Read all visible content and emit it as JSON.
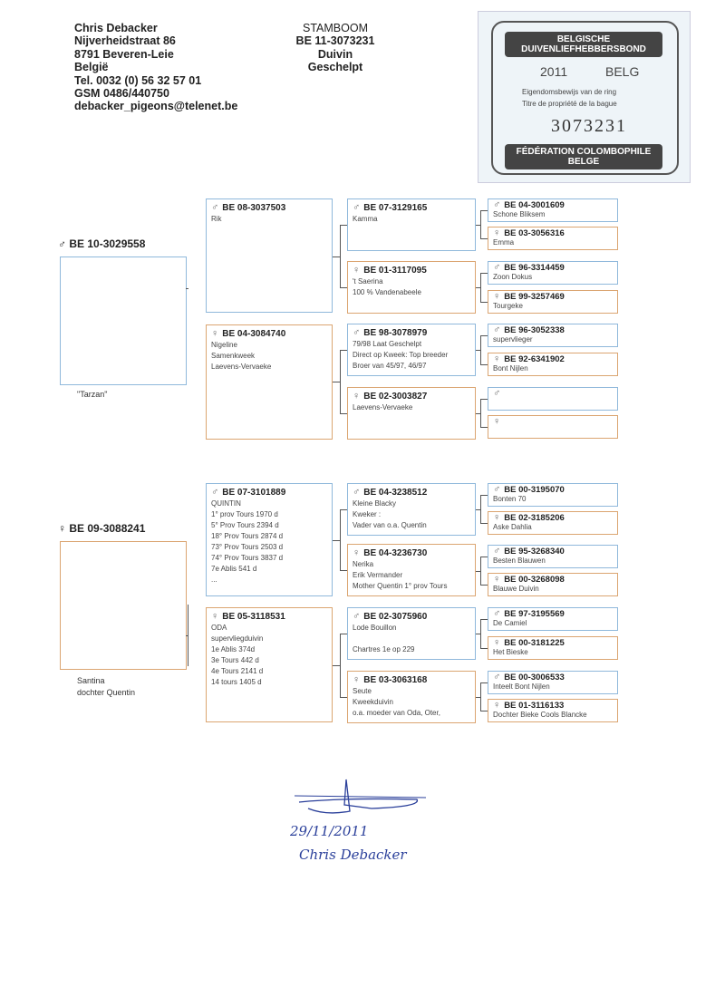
{
  "owner": {
    "name": "Chris Debacker",
    "street": "Nijverheidstraat 86",
    "city": "8791 Beveren-Leie",
    "country": "België",
    "tel": "Tel. 0032 (0) 56 32 57 01",
    "gsm": "GSM 0486/440750",
    "email": "debacker_pigeons@telenet.be"
  },
  "header": {
    "title": "STAMBOOM",
    "ring": "BE 11-3073231",
    "sex": "Duivin",
    "color": "Geschelpt"
  },
  "ring_card": {
    "top": "BELGISCHE DUIVENLIEFHEBBERSBOND",
    "year": "2011",
    "country": "BELG",
    "line1": "Eigendomsbewijs van de ring",
    "line2": "Titre de propriété de la bague",
    "number": "3073231",
    "bottom": "FÉDÉRATION COLOMBOPHILE BELGE"
  },
  "symbols": {
    "male": "♂",
    "female": "♀"
  },
  "sire": {
    "ring": "BE 10-3029558",
    "sex": "male",
    "name": "\"Tarzan\""
  },
  "dam": {
    "ring": "BE 09-3088241",
    "sex": "female",
    "name": "Santina",
    "note": "dochter Quentin"
  },
  "gen2": [
    {
      "ring": "BE 08-3037503",
      "sex": "male",
      "lines": [
        "Rik"
      ]
    },
    {
      "ring": "BE 04-3084740",
      "sex": "female",
      "lines": [
        "Nigeline",
        "Samenkweek",
        "Laevens-Vervaeke"
      ]
    },
    {
      "ring": "BE 07-3101889",
      "sex": "male",
      "lines": [
        "QUINTIN",
        "1° prov Tours 1970 d",
        "5° Prov Tours 2394 d",
        "18° Prov Tours 2874 d",
        "73° Prov Tours 2503 d",
        "74° Prov Tours 3837 d",
        "7e Ablis 541 d",
        "..."
      ]
    },
    {
      "ring": "BE 05-3118531",
      "sex": "female",
      "lines": [
        "ODA",
        "supervliegduivin",
        "1e Ablis 374d",
        "3e Tours 442 d",
        "4e Tours 2141 d",
        "14 tours 1405 d"
      ]
    }
  ],
  "gen3": [
    {
      "ring": "BE 07-3129165",
      "sex": "male",
      "lines": [
        "Kamma"
      ]
    },
    {
      "ring": "BE 01-3117095",
      "sex": "female",
      "lines": [
        "'t Saerina",
        "100 % Vandenabeele"
      ]
    },
    {
      "ring": "BE 98-3078979",
      "sex": "male",
      "lines": [
        "79/98 Laat Geschelpt",
        "Direct op Kweek: Top breeder",
        "Broer van 45/97, 46/97"
      ]
    },
    {
      "ring": "BE 02-3003827",
      "sex": "female",
      "lines": [
        "Laevens-Vervaeke"
      ]
    },
    {
      "ring": "BE 04-3238512",
      "sex": "male",
      "lines": [
        "Kleine Blacky",
        "Kweker :",
        "Vader van o.a. Quentin"
      ]
    },
    {
      "ring": "BE 04-3236730",
      "sex": "female",
      "lines": [
        "Nerika",
        "Erik Vermander",
        "Mother Quentin 1° prov Tours"
      ]
    },
    {
      "ring": "BE 02-3075960",
      "sex": "male",
      "lines": [
        "Lode Bouillon",
        "",
        "Chartres 1e op 229"
      ]
    },
    {
      "ring": "BE 03-3063168",
      "sex": "female",
      "lines": [
        "Seute",
        "Kweekduivin",
        "o.a. moeder van Oda, Oter,"
      ]
    }
  ],
  "gen4": [
    {
      "ring": "BE 04-3001609",
      "sex": "male",
      "lines": [
        "Schone Bliksem"
      ]
    },
    {
      "ring": "BE 03-3056316",
      "sex": "female",
      "lines": [
        "Emma"
      ]
    },
    {
      "ring": "BE 96-3314459",
      "sex": "male",
      "lines": [
        "Zoon Dokus"
      ]
    },
    {
      "ring": "BE 99-3257469",
      "sex": "female",
      "lines": [
        "Tourgeke"
      ]
    },
    {
      "ring": "BE 96-3052338",
      "sex": "male",
      "lines": [
        "supervlieger"
      ]
    },
    {
      "ring": "BE 92-6341902",
      "sex": "female",
      "lines": [
        "Bont Nijlen"
      ]
    },
    {
      "ring": "",
      "sex": "male",
      "lines": []
    },
    {
      "ring": "",
      "sex": "female",
      "lines": []
    },
    {
      "ring": "BE 00-3195070",
      "sex": "male",
      "lines": [
        "Bonten 70"
      ]
    },
    {
      "ring": "BE 02-3185206",
      "sex": "female",
      "lines": [
        "Aske Dahlia"
      ]
    },
    {
      "ring": "BE 95-3268340",
      "sex": "male",
      "lines": [
        "Besten Blauwen"
      ]
    },
    {
      "ring": "BE 00-3268098",
      "sex": "female",
      "lines": [
        "Blauwe Duivin"
      ]
    },
    {
      "ring": "BE 97-3195569",
      "sex": "male",
      "lines": [
        "De Camiel"
      ]
    },
    {
      "ring": "BE 00-3181225",
      "sex": "female",
      "lines": [
        "Het Bieske"
      ]
    },
    {
      "ring": "BE 00-3006533",
      "sex": "male",
      "lines": [
        "Inteelt Bont Nijlen"
      ]
    },
    {
      "ring": "BE 01-3116133",
      "sex": "female",
      "lines": [
        "Dochter Bieke Cools Blancke"
      ]
    }
  ],
  "signature": {
    "date": "29/11/2011",
    "name": "Chris Debacker"
  }
}
